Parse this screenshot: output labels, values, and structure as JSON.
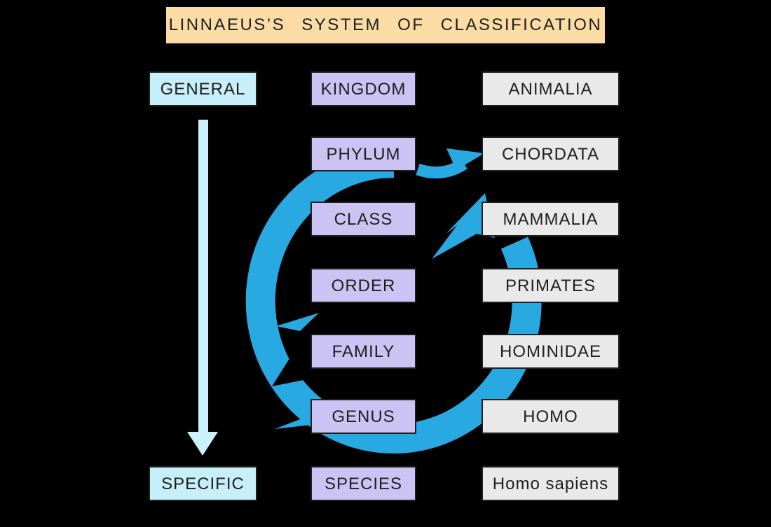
{
  "title": "LINNAEUS’S SYSTEM OF CLASSIFICATION",
  "legend": {
    "general_label": "GENERAL",
    "specific_label": "SPECIFIC"
  },
  "rows": [
    {
      "rank": "KINGDOM",
      "taxon": "ANIMALIA"
    },
    {
      "rank": "PHYLUM",
      "taxon": "CHORDATA"
    },
    {
      "rank": "CLASS",
      "taxon": "MAMMALIA"
    },
    {
      "rank": "ORDER",
      "taxon": "PRIMATES"
    },
    {
      "rank": "FAMILY",
      "taxon": "HOMINIDAE"
    },
    {
      "rank": "GENUS",
      "taxon": "HOMO"
    },
    {
      "rank": "SPECIES",
      "taxon": "Homo sapiens"
    }
  ],
  "icons": {
    "down_arrow": "downward-arrow from GENERAL to SPECIFIC",
    "cycle_arrow": "circular-cycle-arrow sweeping through ranks with arrowheads at CHORDATA and MAMMALIA"
  },
  "colors": {
    "background": "#000000",
    "title_bg": "#FADCA4",
    "general_specific_bg": "#C6EFFA",
    "rank_bg": "#CAC3F3",
    "taxon_bg": "#E9E9E9",
    "cycle_arrow": "#29A9E1",
    "down_arrow": "#CBF1FB",
    "text": "#1E1E1E"
  }
}
